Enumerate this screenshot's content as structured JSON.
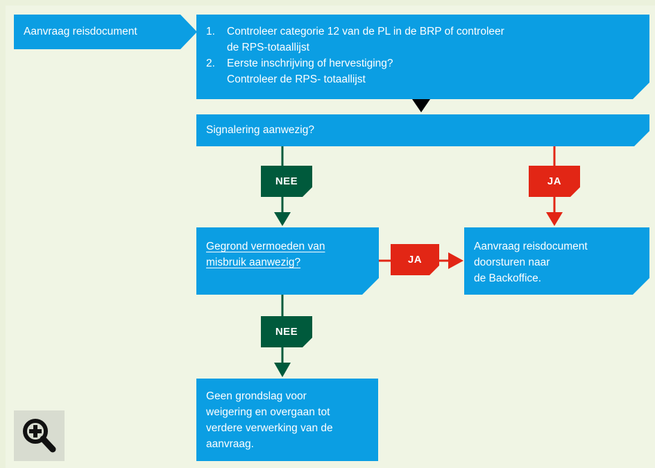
{
  "diagram": {
    "start_box": {
      "label": "Aanvraag reisdocument"
    },
    "check_box": {
      "items": [
        {
          "number": "1.",
          "text": "Controleer categorie 12 van de PL in de BRP of controleer de RPS-totaallijst",
          "line1": "Controleer categorie 12 van de PL in de BRP of controleer",
          "line2": "de RPS-totaallijst"
        },
        {
          "number": "2.",
          "text": "Eerste inschrijving of hervestiging? Controleer de RPS- totaallijst",
          "line1": "Eerste inschrijving of hervestiging?",
          "line2": "Controleer de RPS- totaallijst"
        }
      ]
    },
    "signal_box": {
      "label": "Signalering aanwezig?"
    },
    "suspect_box": {
      "line1": "Gegrond vermoeden van",
      "line2": "misbruik aanwezig?"
    },
    "forward_box": {
      "line1": "Aanvraag reisdocument",
      "line2": "doorsturen naar",
      "line3": "de Backoffice."
    },
    "no_ground_box": {
      "line1": "Geen grondslag voor",
      "line2": "weigering en overgaan tot",
      "line3": "verdere verwerking van de",
      "line4": "aanvraag."
    },
    "badges": {
      "no_1": "NEE",
      "yes_1": "JA",
      "yes_2": "JA",
      "no_2": "NEE"
    }
  },
  "colors": {
    "box_blue": "#0b9ee3",
    "no_green": "#005a3c",
    "yes_red": "#e22615",
    "background": "#ebf1dc"
  },
  "controls": {
    "zoom_icon": "zoom-in-icon"
  }
}
